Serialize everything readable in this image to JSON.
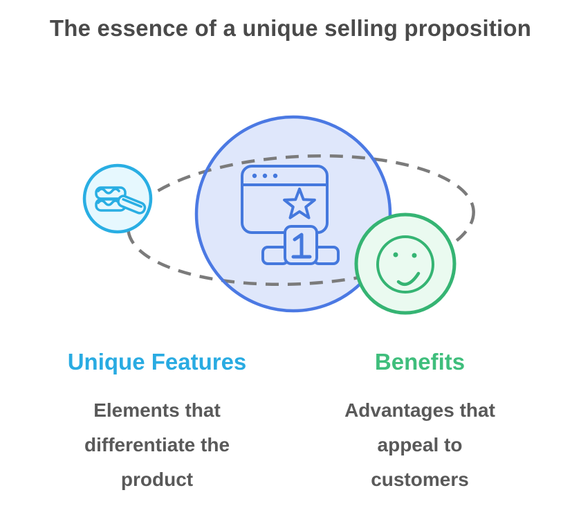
{
  "title": "The essence of a unique selling proposition",
  "diagram": {
    "orbit": "dashed-ellipse",
    "center_icon": "winner-website-podium",
    "left_icon": "coins",
    "right_icon": "sad-face",
    "podium_rank": "1"
  },
  "columns": [
    {
      "heading": "Unique Features",
      "body": "Elements that\ndifferentiate the\nproduct"
    },
    {
      "heading": "Benefits",
      "body": "Advantages that\nappeal to\ncustomers"
    }
  ],
  "colors": {
    "title_text": "#4a4a4a",
    "body_text": "#595959",
    "accent_blue": "#29abe2",
    "accent_green": "#3fbe7c",
    "main_circle_stroke": "#4b79e3",
    "main_circle_fill": "#dfe7fb",
    "icon_blue": "#4478dd",
    "cyan_stroke": "#29aee3",
    "cyan_fill": "#e6f8fe",
    "green_stroke": "#35b473",
    "green_fill": "#eafaf0",
    "dash_gray": "#7b7b7b"
  }
}
